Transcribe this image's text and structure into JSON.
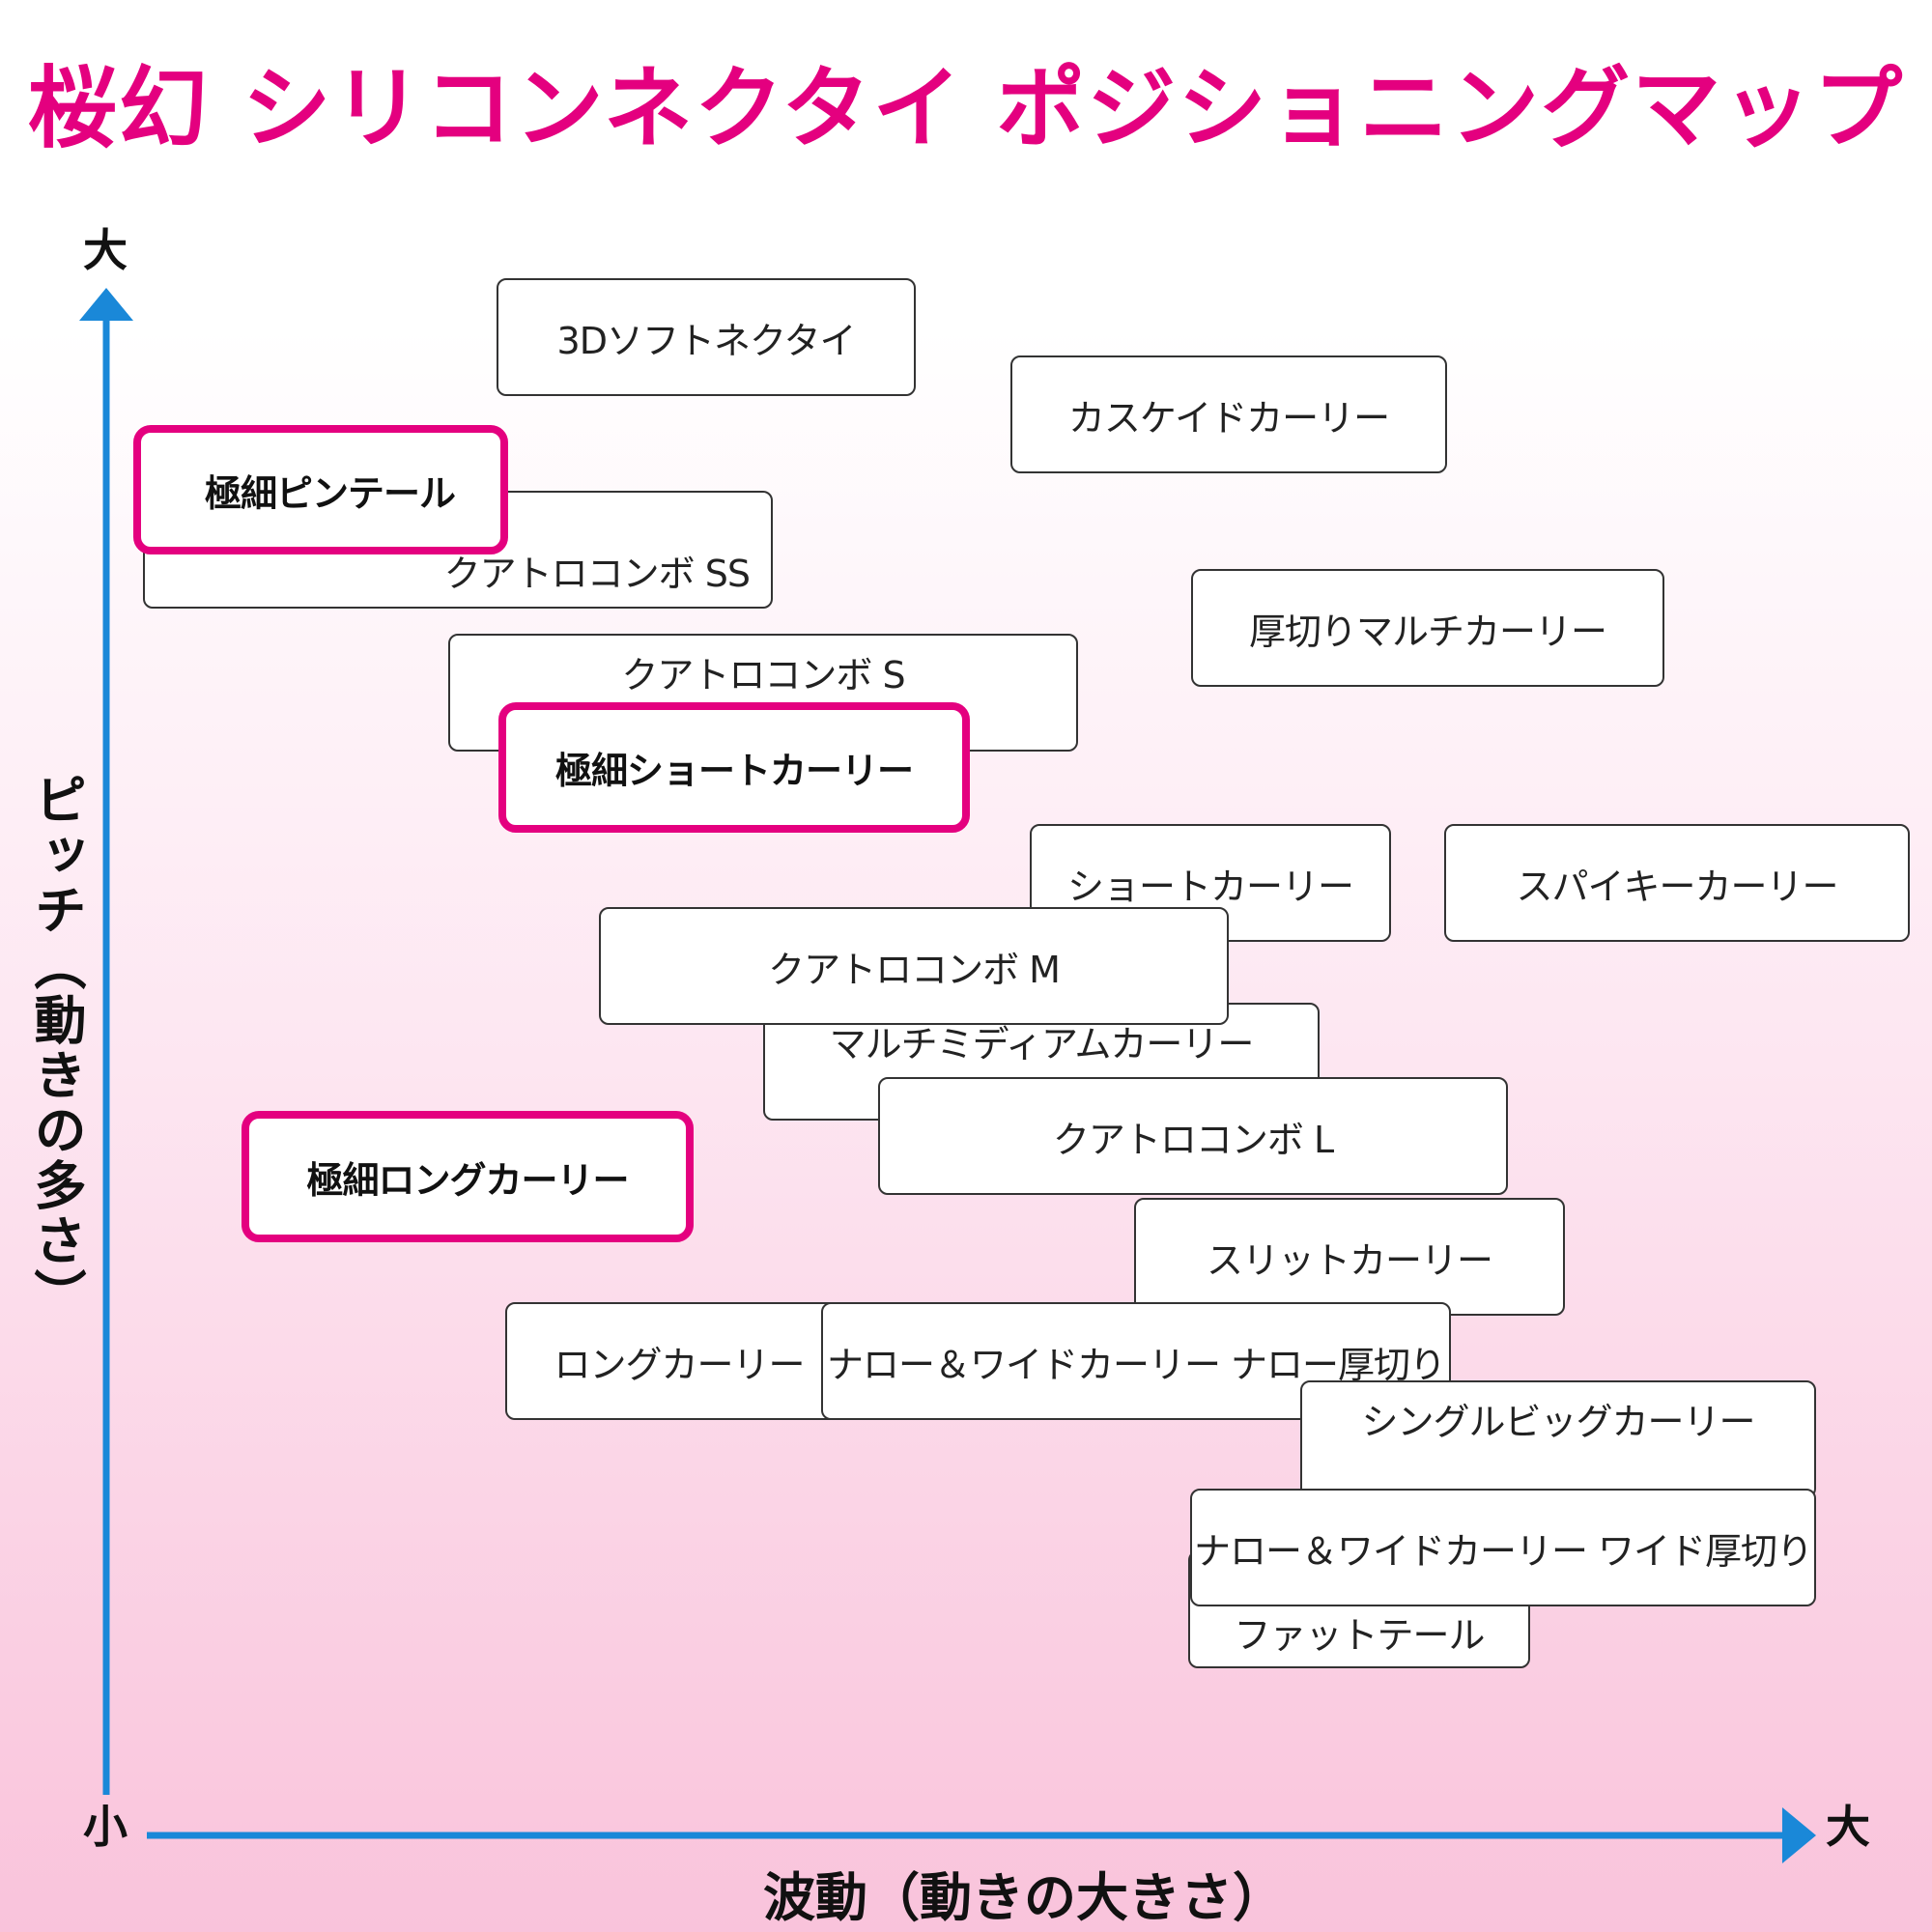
{
  "title": "桜幻 シリコンネクタイ ポジショニングマップ",
  "colors": {
    "accent": "#e4007f",
    "axis": "#1a88d8",
    "box_border": "#333333"
  },
  "y_axis": {
    "label": "ピッチ（動きの多さ）",
    "high": "大",
    "low": "小"
  },
  "x_axis": {
    "label": "波動（動きの大きさ）",
    "low": "小",
    "high": "大"
  },
  "products": [
    {
      "name": "3Dソフトネクタイ",
      "highlight": false
    },
    {
      "name": "カスケイドカーリー",
      "highlight": false
    },
    {
      "name": "クアトロコンボ SS",
      "highlight": false
    },
    {
      "name": "極細ピンテール",
      "highlight": true
    },
    {
      "name": "厚切りマルチカーリー",
      "highlight": false
    },
    {
      "name": "クアトロコンボ S",
      "highlight": false
    },
    {
      "name": "極細ショートカーリー",
      "highlight": true
    },
    {
      "name": "ショートカーリー",
      "highlight": false
    },
    {
      "name": "スパイキーカーリー",
      "highlight": false
    },
    {
      "name": "クアトロコンボ M",
      "highlight": false
    },
    {
      "name": "マルチミディアムカーリー",
      "highlight": false
    },
    {
      "name": "クアトロコンボ L",
      "highlight": false
    },
    {
      "name": "極細ロングカーリー",
      "highlight": true
    },
    {
      "name": "スリットカーリー",
      "highlight": false
    },
    {
      "name": "ロングカーリー",
      "highlight": false
    },
    {
      "name": "ナロー＆ワイドカーリー ナロー厚切り",
      "highlight": false
    },
    {
      "name": "シングルビッグカーリー",
      "highlight": false
    },
    {
      "name": "ファットテール",
      "highlight": false
    },
    {
      "name": "ナロー＆ワイドカーリー ワイド厚切り",
      "highlight": false
    }
  ]
}
